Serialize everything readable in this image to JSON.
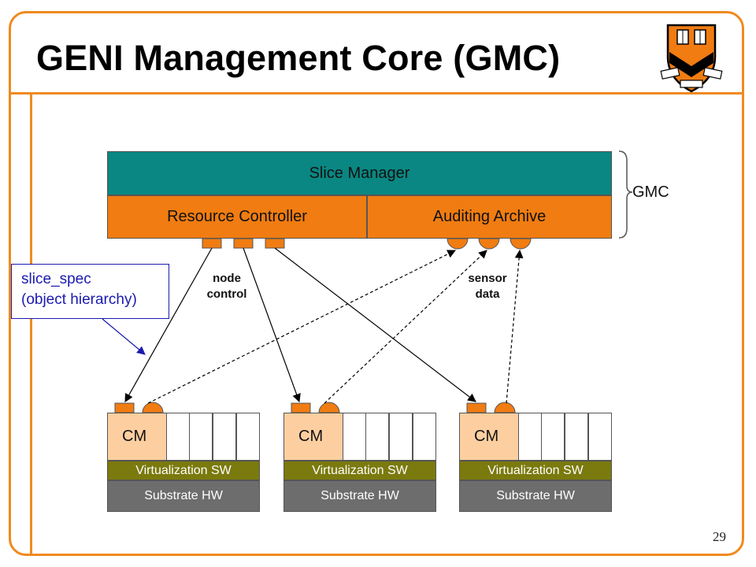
{
  "slide": {
    "title": "GENI Management Core (GMC)",
    "page_number": "29"
  },
  "gmc": {
    "slice_manager": "Slice Manager",
    "resource_controller": "Resource Controller",
    "auditing_archive": "Auditing Archive",
    "bracket_label": "GMC"
  },
  "annotations": {
    "node_control_line1": "node",
    "node_control_line2": "control",
    "sensor_data_line1": "sensor",
    "sensor_data_line2": "data"
  },
  "callout": {
    "line1": "slice_spec",
    "line2": "(object hierarchy)"
  },
  "nodes": [
    {
      "cm": "CM",
      "virtualization": "Virtualization SW",
      "substrate": "Substrate HW"
    },
    {
      "cm": "CM",
      "virtualization": "Virtualization SW",
      "substrate": "Substrate HW"
    },
    {
      "cm": "CM",
      "virtualization": "Virtualization SW",
      "substrate": "Substrate HW"
    }
  ],
  "colors": {
    "frame_accent": "#f08a1e",
    "slice_manager": "#0a8782",
    "controller": "#f07c12",
    "cm": "#fdcfa0",
    "virtualization": "#7a7a0e",
    "substrate": "#6d6d6d",
    "callout_text": "#1a1ab0"
  }
}
